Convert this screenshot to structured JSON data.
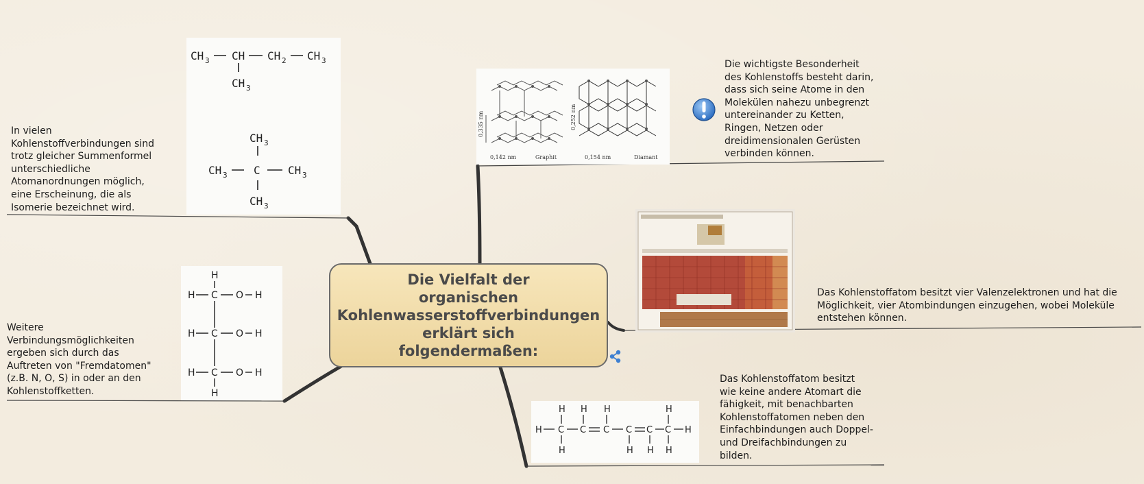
{
  "central": {
    "title": "Die Vielfalt der\norganischen\nKohlenwasserstoffverbindungen\nerklärt sich\nfolgendermaßen:"
  },
  "notes": {
    "isomerie": "In vielen\nKohlenstoffverbindungen sind\ntrotz gleicher Summenformel\nunterschiedliche\nAtomanordnungen möglich,\neine Erscheinung, die als\nIsomerie bezeichnet wird.",
    "fremdatome": "Weitere\nVerbindungsmöglichkeiten\nergeben sich durch das\nAuftreten von \"Fremdatomen\"\n(z.B. N, O, S) in oder an den\nKohlenstoffketten.",
    "besonderheit": "Die wichtigste Besonderheit\ndes Kohlenstoffs besteht darin,\ndass sich seine Atome in den\nMolekülen nahezu unbegrenzt\nuntereinander zu Ketten,\nRingen, Netzen oder\ndreidimensionalen Gerüsten\nverbinden können.",
    "valenz": "Das Kohlenstoffatom besitzt vier Valenzelektronen und hat die\nMöglichkeit, vier Atombindungen einzugehen, wobei Moleküle\nentstehen können.",
    "doppel": "Das Kohlenstoffatom besitzt\nwie keine andere Atomart die\nfähigkeit, mit benachbarten\nKohlenstoffatomen neben den\nEinfachbindungen auch Doppel-\nund Dreifachbindungen zu\nbilden."
  },
  "structures": {
    "isobutane": {
      "ch3": "CH",
      "ch": "CH",
      "ch2": "CH",
      "sub3": "3",
      "sub2": "2"
    },
    "neopentane": {
      "c": "C",
      "ch3": "CH",
      "sub3": "3"
    },
    "glycerol": {
      "h": "H",
      "c": "C",
      "o": "O"
    },
    "hexadiene": {
      "h": "H",
      "c": "C"
    }
  },
  "carbon_figure": {
    "graphit_label": "Graphit",
    "diamant_label": "Diamant",
    "graphit_dist": "0,142 nm",
    "diamant_dist": "0,154 nm",
    "graphit_layer": "0,335 nm",
    "diamant_layer": "0,252 nm"
  },
  "icons": {
    "info": "exclamation-info-icon",
    "share": "share-icon"
  },
  "colors": {
    "central_fill": "#ecd49b",
    "central_border": "#6b6b6b",
    "icon_blue": "#3d7fd1",
    "periodic_red": "#b34a3a"
  }
}
